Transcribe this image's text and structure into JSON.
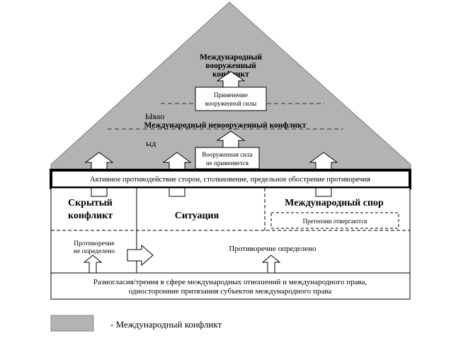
{
  "pyramid": {
    "top_title_lines": [
      "Международный",
      "вооруженный",
      "конфликт"
    ],
    "armed_force_box_lines": [
      "Применение",
      "вооруженной силы"
    ],
    "stray_text_1": "Ывао",
    "stray_text_2": "ыд",
    "non_armed_title": "Международный невооруженный конфликт",
    "no_force_box_lines": [
      "Вооруженная сила",
      "не применяется"
    ]
  },
  "bar_text": "Активное противодействие сторон, столкновение, предельное обострение противоречия",
  "lower": {
    "hidden_title_lines": [
      "Скрытый",
      "конфликт"
    ],
    "situation_title": "Ситуация",
    "dispute_title": "Международный спор",
    "claims_rejected": "Претензии отвергаются",
    "undefined_lines": [
      "Противоречие",
      "не определено"
    ],
    "defined": "Противоречие определено"
  },
  "base_lines": [
    "Разногласия/трения в сфере международных отношений и международного права,",
    "односторонние притязания субъектов международного права"
  ],
  "legend": {
    "label": "- Международный конфликт",
    "swatch_color": "#b3b3b3"
  },
  "colors": {
    "pyramid_fill": "#b3b3b3"
  }
}
